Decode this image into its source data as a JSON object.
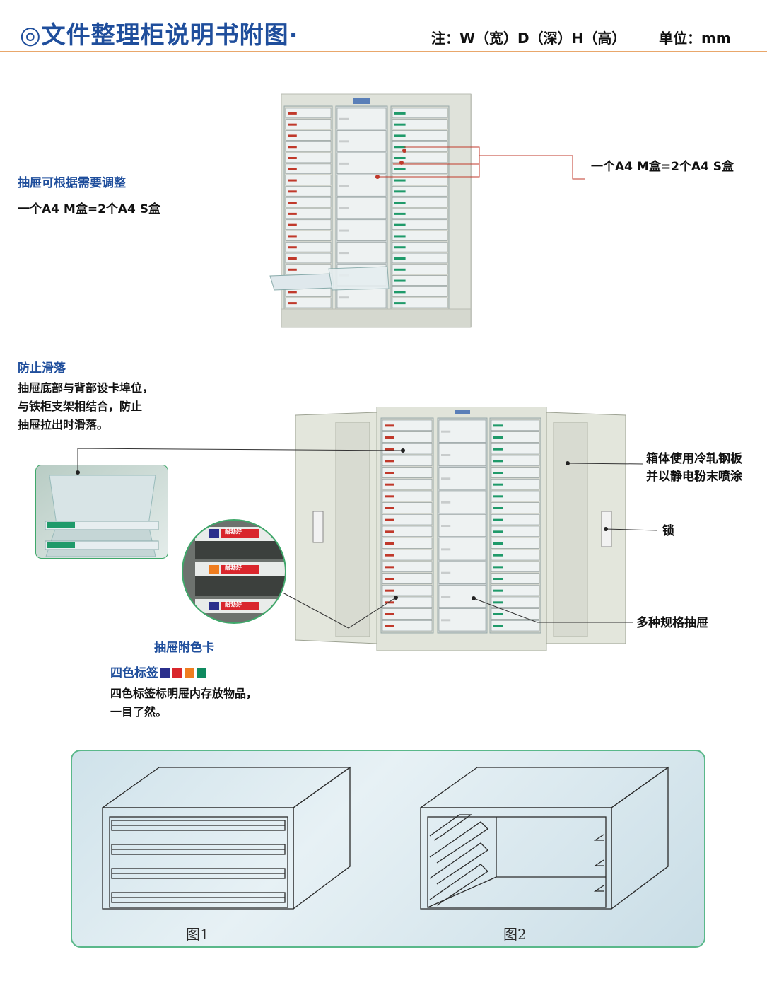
{
  "header": {
    "title": "◎文件整理柜说明书附图·",
    "note": "注：W（宽）D（深）H（高）",
    "unit": "单位：mm"
  },
  "top_section": {
    "heading": "抽屉可根据需要调整",
    "text": "一个A4 M盒=2个A4 S盒",
    "callout": "一个A4 M盒=2个A4 S盒"
  },
  "anti_slip": {
    "heading": "防止滑落",
    "lines": [
      "抽屉底部与背部设卡埠位，",
      "与铁柜支架相结合，防止",
      "抽屉拉出时滑落。"
    ]
  },
  "color_card": {
    "heading": "抽屉附色卡",
    "label": "四色标签",
    "colors": [
      "#2b2f8c",
      "#d9262c",
      "#ef7d1f",
      "#0f8a5f"
    ],
    "lines": [
      "四色标签标明屉内存放物品，",
      "一目了然。"
    ],
    "tag_text": "耐勃好"
  },
  "callouts": {
    "steel": [
      "箱体使用冷轧钢板",
      "并以静电粉末喷涂"
    ],
    "lock": "锁",
    "drawers": "多种规格抽屉"
  },
  "figures": {
    "fig1": "图1",
    "fig2": "图2"
  },
  "colors": {
    "title_blue": "#1f4e9c",
    "rule_orange": "#e9a76b",
    "panel_border": "#5ab88a"
  }
}
